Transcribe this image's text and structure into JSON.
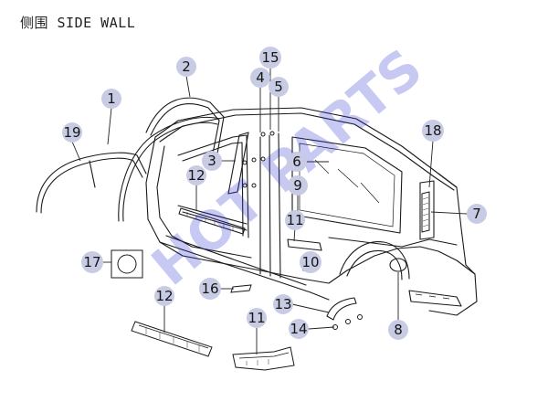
{
  "title": "侧围 SIDE WALL",
  "watermark": "HOT PARTS",
  "colors": {
    "callout": "#c8cbe4",
    "watermark": "#2b2fd0",
    "line": "#1a1a1a"
  },
  "callouts": [
    {
      "id": "c1",
      "label": "1"
    },
    {
      "id": "c2",
      "label": "2"
    },
    {
      "id": "c3",
      "label": "3"
    },
    {
      "id": "c4",
      "label": "4"
    },
    {
      "id": "c5",
      "label": "5"
    },
    {
      "id": "c6",
      "label": "6"
    },
    {
      "id": "c7",
      "label": "7"
    },
    {
      "id": "c8",
      "label": "8"
    },
    {
      "id": "c9",
      "label": "9"
    },
    {
      "id": "c10",
      "label": "10"
    },
    {
      "id": "c11a",
      "label": "11"
    },
    {
      "id": "c11b",
      "label": "11"
    },
    {
      "id": "c12a",
      "label": "12"
    },
    {
      "id": "c12b",
      "label": "12"
    },
    {
      "id": "c13",
      "label": "13"
    },
    {
      "id": "c14",
      "label": "14"
    },
    {
      "id": "c15",
      "label": "15"
    },
    {
      "id": "c16",
      "label": "16"
    },
    {
      "id": "c17",
      "label": "17"
    },
    {
      "id": "c18",
      "label": "18"
    },
    {
      "id": "c19",
      "label": "19"
    }
  ]
}
